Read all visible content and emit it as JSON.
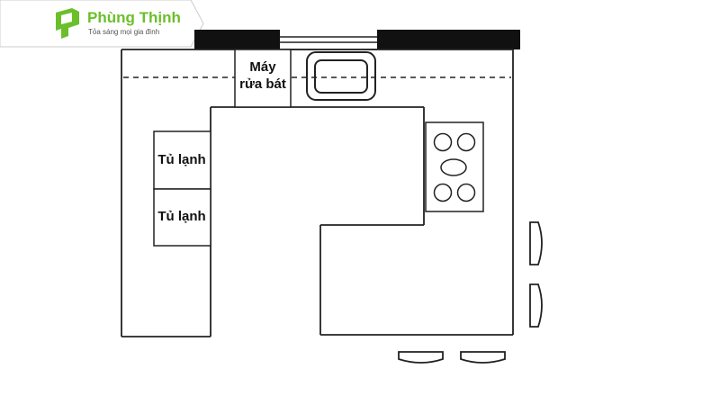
{
  "brand": {
    "name": "Phùng Thịnh",
    "slogan": "Tỏa sáng mọi gia đình",
    "accent_color": "#6bbf2a",
    "logo_icon": "phung-thinh-logo-icon"
  },
  "labels": {
    "dishwasher_line1": "Máy",
    "dishwasher_line2": "rửa bát",
    "fridge_top": "Tủ lạnh",
    "fridge_bottom": "Tủ lạnh"
  },
  "icons": {
    "sink": "sink-icon",
    "cooktop": "cooktop-icon",
    "stool": "bar-stool-icon"
  },
  "colors": {
    "wall": "#111111",
    "line": "#222222"
  }
}
